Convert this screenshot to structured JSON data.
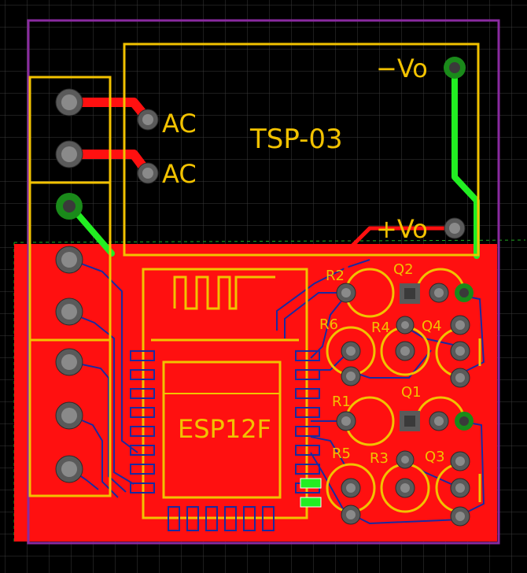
{
  "labels": {
    "module": "TSP-03",
    "ac1": "AC",
    "ac2": "AC",
    "vneg": "−Vo",
    "vpos": "+Vo",
    "mcu": "ESP12F",
    "r1": "R1",
    "r2": "R2",
    "r3": "R3",
    "r4": "R4",
    "r5": "R5",
    "r6": "R6",
    "q1": "Q1",
    "q2": "Q2",
    "q3": "Q3",
    "q4": "Q4"
  },
  "colors": {
    "background": "#000000",
    "grid": "#3a3a3a",
    "board_outline": "#8a2aa0",
    "copper_top": "#ff1010",
    "copper_bottom": "#1a2aa0",
    "silkscreen": "#f2c200",
    "green_trace": "#22ee22",
    "pad": "#7a7a7a"
  }
}
